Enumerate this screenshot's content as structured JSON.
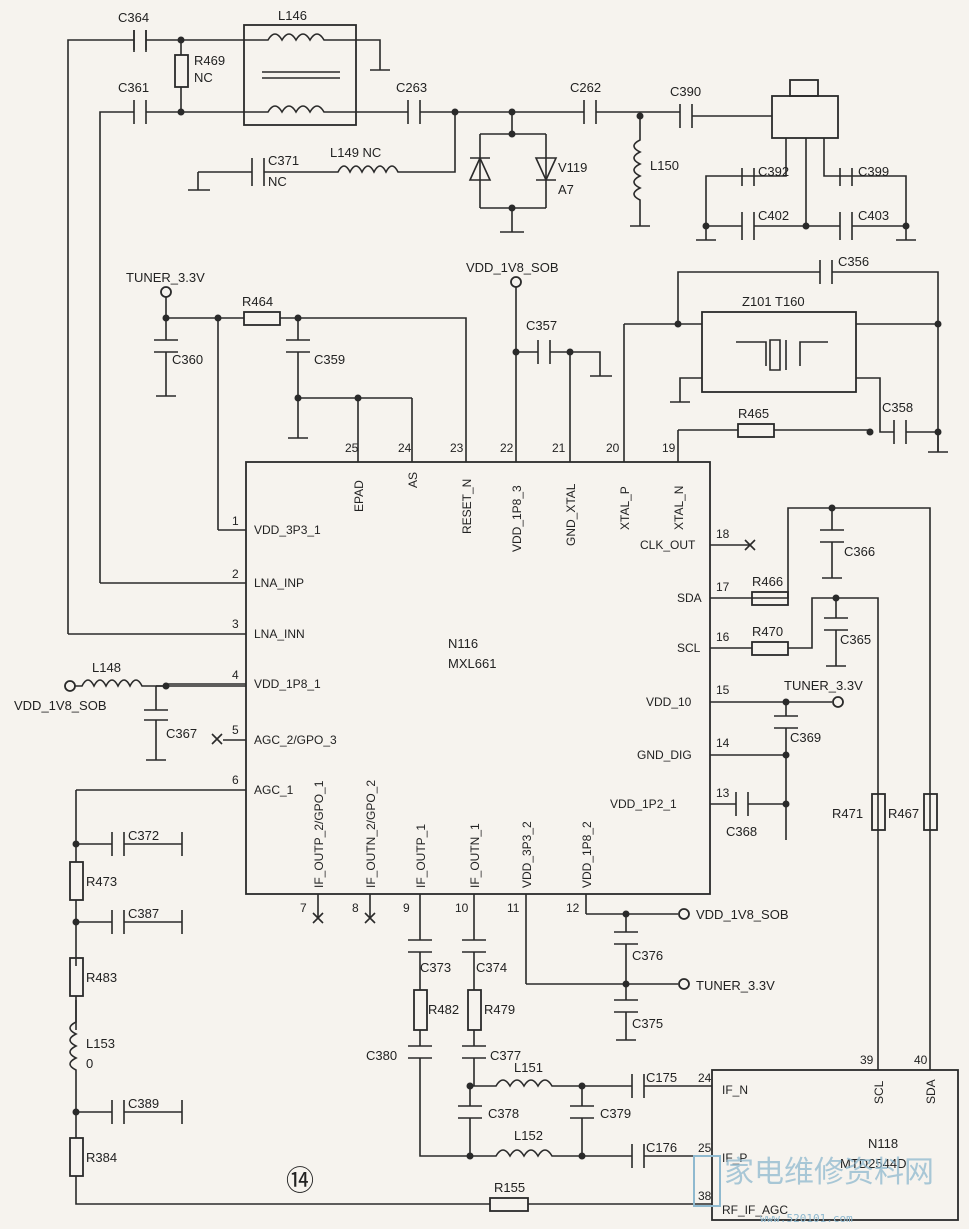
{
  "chip": {
    "ref": "N116",
    "part": "MXL661",
    "pins": [
      {
        "num": "1",
        "name": "VDD_3P3_1"
      },
      {
        "num": "2",
        "name": "LNA_INP"
      },
      {
        "num": "3",
        "name": "LNA_INN"
      },
      {
        "num": "4",
        "name": "VDD_1P8_1"
      },
      {
        "num": "5",
        "name": "AGC_2/GPO_3"
      },
      {
        "num": "6",
        "name": "AGC_1"
      },
      {
        "num": "7",
        "name": "IF_OUTP_2/GPO_1"
      },
      {
        "num": "8",
        "name": "IF_OUTN_2/GPO_2"
      },
      {
        "num": "9",
        "name": "IF_OUTP_1"
      },
      {
        "num": "10",
        "name": "IF_OUTN_1"
      },
      {
        "num": "11",
        "name": "VDD_3P3_2"
      },
      {
        "num": "12",
        "name": "VDD_1P8_2"
      },
      {
        "num": "13",
        "name": "VDD_1P2_1"
      },
      {
        "num": "14",
        "name": "GND_DIG"
      },
      {
        "num": "15",
        "name": "VDD_10"
      },
      {
        "num": "16",
        "name": "SCL"
      },
      {
        "num": "17",
        "name": "SDA"
      },
      {
        "num": "18",
        "name": "CLK_OUT"
      },
      {
        "num": "19",
        "name": "XTAL_N"
      },
      {
        "num": "20",
        "name": "XTAL_P"
      },
      {
        "num": "21",
        "name": "GND_XTAL"
      },
      {
        "num": "22",
        "name": "VDD_1P8_3"
      },
      {
        "num": "23",
        "name": "RESET_N"
      },
      {
        "num": "24",
        "name": "AS"
      },
      {
        "num": "25",
        "name": "EPAD"
      }
    ]
  },
  "chip2": {
    "ref": "N118",
    "part": "MTD2544D",
    "pins": [
      {
        "num": "24",
        "name": "IF_N"
      },
      {
        "num": "25",
        "name": "IF_P"
      },
      {
        "num": "38",
        "name": "RF_IF_AGC"
      },
      {
        "num": "39",
        "name": "SCL"
      },
      {
        "num": "40",
        "name": "SDA"
      }
    ]
  },
  "components": {
    "C364": "C364",
    "C361": "C361",
    "R469": "R469",
    "R469_nc": "NC",
    "L146": "L146",
    "C263": "C263",
    "C262": "C262",
    "C390": "C390",
    "C371": "C371",
    "C371_nc": "NC",
    "L149": "L149  NC",
    "V119": "V119",
    "A7": "A7",
    "L150": "L150",
    "C392": "C392",
    "C399": "C399",
    "C402": "C402",
    "C403": "C403",
    "C356": "C356",
    "Z101": "Z101  T160",
    "C357": "C357",
    "R464": "R464",
    "C359": "C359",
    "C360": "C360",
    "R465": "R465",
    "C358": "C358",
    "C366": "C366",
    "R466": "R466",
    "R470": "R470",
    "C365": "C365",
    "C369": "C369",
    "C368": "C368",
    "R471": "R471",
    "R467": "R467",
    "L148": "L148",
    "C367": "C367",
    "C372": "C372",
    "R473": "R473",
    "C387": "C387",
    "R483": "R483",
    "L153": "L153",
    "L153_val": "0",
    "C389": "C389",
    "R384": "R384",
    "C373": "C373",
    "C374": "C374",
    "R482": "R482",
    "R479": "R479",
    "C380": "C380",
    "C377": "C377",
    "L151": "L151",
    "C378": "C378",
    "C379": "C379",
    "L152": "L152",
    "C175": "C175",
    "C176": "C176",
    "C376": "C376",
    "C375": "C375",
    "R155": "R155"
  },
  "nets": {
    "tuner33": "TUNER_3.3V",
    "vdd1v8": "VDD_1V8_SOB"
  },
  "page_marker": "⑭",
  "watermark": {
    "text": "家电维修资料网",
    "url": "www.520101.com"
  }
}
